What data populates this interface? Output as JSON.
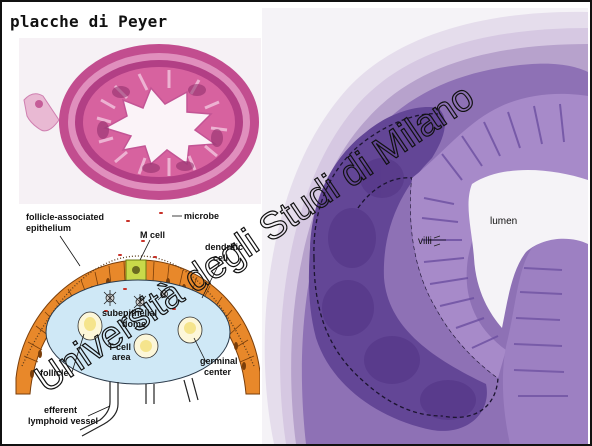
{
  "title": "placche di Peyer",
  "watermark": "Università degli Studi di Milano",
  "diagram": {
    "labels": {
      "microbe": "microbe",
      "follicle_epithelium_1": "follicle-associated",
      "follicle_epithelium_2": "epithelium",
      "m_cell": "M cell",
      "dendritic_1": "dendritic",
      "dendritic_2": "cell",
      "subepithelial_1": "subepithelial",
      "subepithelial_2": "dome",
      "tcell_1": "T-cell",
      "tcell_2": "area",
      "follicle": "follicle",
      "germinal_1": "germinal",
      "germinal_2": "center",
      "efferent_1": "efferent",
      "efferent_2": "lymphoid vessel"
    }
  },
  "micrograph": {
    "villi": "villi",
    "lumen": "lumen"
  },
  "colors": {
    "epithelium": "#e8882a",
    "dome": "#cfe8f6",
    "mcell": "#c9d94a",
    "histology": "#6e4f9a",
    "he_stain": "#d25a9a"
  }
}
